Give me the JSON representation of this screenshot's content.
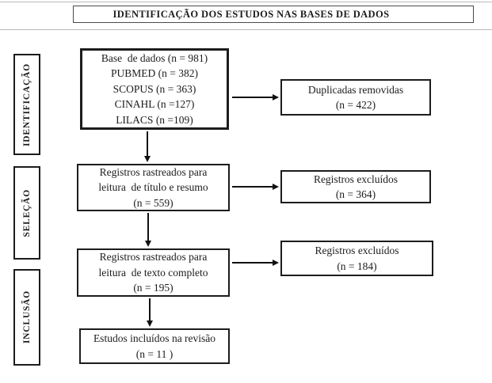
{
  "header": {
    "title": "IDENTIFICAÇÃO DOS ESTUDOS NAS BASES DE DADOS"
  },
  "stages": {
    "identification": "IDENTIFICAÇÃO",
    "selection": "SELEÇÃO",
    "inclusion": "INCLUSÃO"
  },
  "flow": {
    "databases": {
      "lines": [
        "Base  de dados (n = 981)",
        "PUBMED (n = 382)",
        "SCOPUS (n = 363)",
        "CINAHL (n =127)",
        "LILACS (n =109)"
      ]
    },
    "screened_title_abstract": {
      "lines": [
        "Registros rastreados para",
        "leitura  de título e resumo",
        "(n = 559)"
      ]
    },
    "screened_full_text": {
      "lines": [
        "Registros rastreados para",
        "leitura  de texto completo",
        "(n = 195)"
      ]
    },
    "included": {
      "lines": [
        "Estudos incluídos na revisão",
        "(n = 11 )"
      ]
    }
  },
  "side": {
    "duplicates_removed": {
      "lines": [
        "Duplicadas removidas",
        "(n = 422)"
      ]
    },
    "excluded_title_abstract": {
      "lines": [
        "Registros excluídos",
        "(n = 364)"
      ]
    },
    "excluded_full_text": {
      "lines": [
        "Registros excluídos",
        "(n = 184)"
      ]
    }
  },
  "colors": {
    "ink": "#1c1c1c",
    "background": "#ffffff",
    "rule": "#b9b9b9"
  }
}
